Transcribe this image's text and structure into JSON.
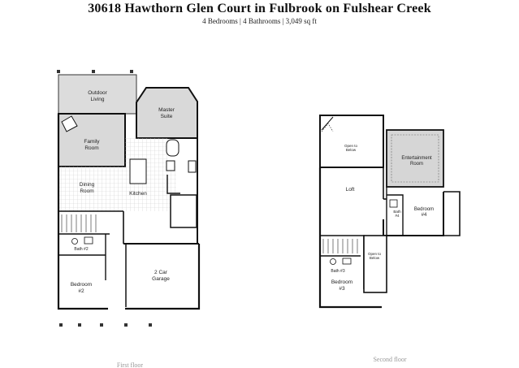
{
  "header": {
    "title": "30618 Hawthorn Glen Court in Fulbrook on Fulshear Creek",
    "subtitle": "4 Bedrooms | 4 Bathrooms | 3,049 sq ft"
  },
  "first_floor": {
    "caption": "First floor",
    "rooms": {
      "outdoor_living": [
        "Outdoor",
        "Living"
      ],
      "master_suite": [
        "Master",
        "Suite"
      ],
      "family_room": [
        "Family",
        "Room"
      ],
      "dining_room": [
        "Dining",
        "Room"
      ],
      "kitchen": "Kitchen",
      "bath2": "Bath #2",
      "bedroom2": [
        "Bedroom",
        "#2"
      ],
      "garage": [
        "2 Car",
        "Garage"
      ]
    }
  },
  "second_floor": {
    "caption": "Second floor",
    "rooms": {
      "open_below_1": [
        "Open to",
        "Below"
      ],
      "entertainment_room": [
        "Entertainment",
        "Room"
      ],
      "loft": "Loft",
      "bath4": [
        "Bath",
        "#4"
      ],
      "bedroom4": [
        "Bedroom",
        "#4"
      ],
      "bath3": "Bath #3",
      "open_below_2": [
        "Open to",
        "Below"
      ],
      "bedroom3": [
        "Bedroom",
        "#3"
      ]
    }
  },
  "colors": {
    "wall": "#111111",
    "shaded_room": "#d9d9d9",
    "tile": "#c8c8c8"
  }
}
